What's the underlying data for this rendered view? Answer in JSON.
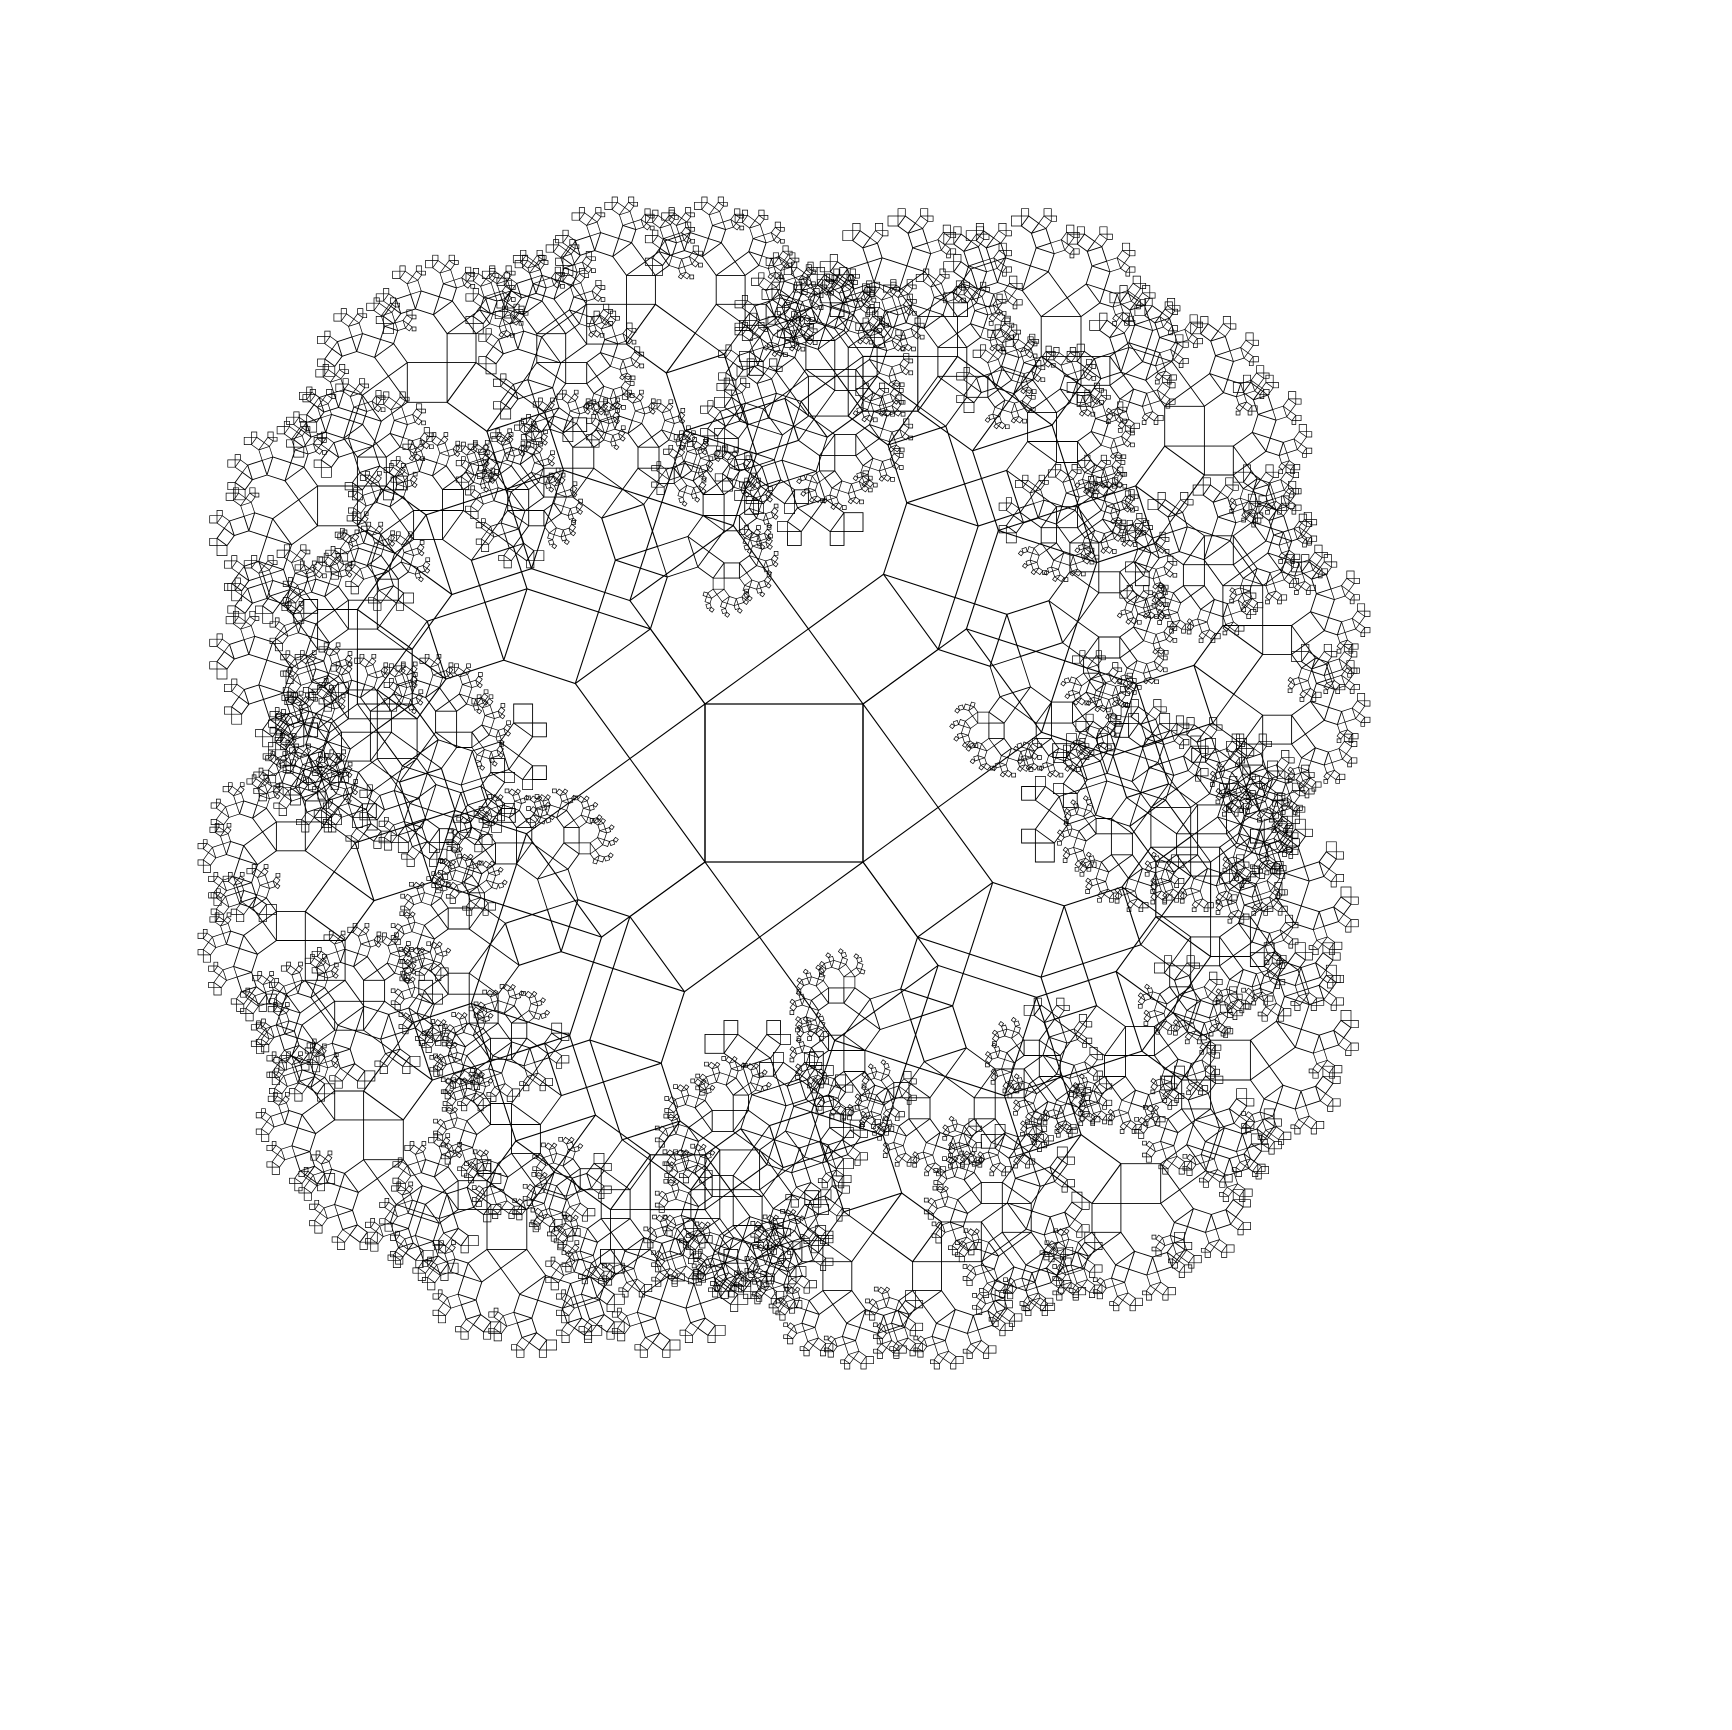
{
  "figure": {
    "kind": "pythagoras-tree-rosette",
    "arms": 4,
    "max_depth": 11,
    "branch_angle_deg": 36,
    "stroke_color": "#000000",
    "background_color": "#ffffff"
  }
}
